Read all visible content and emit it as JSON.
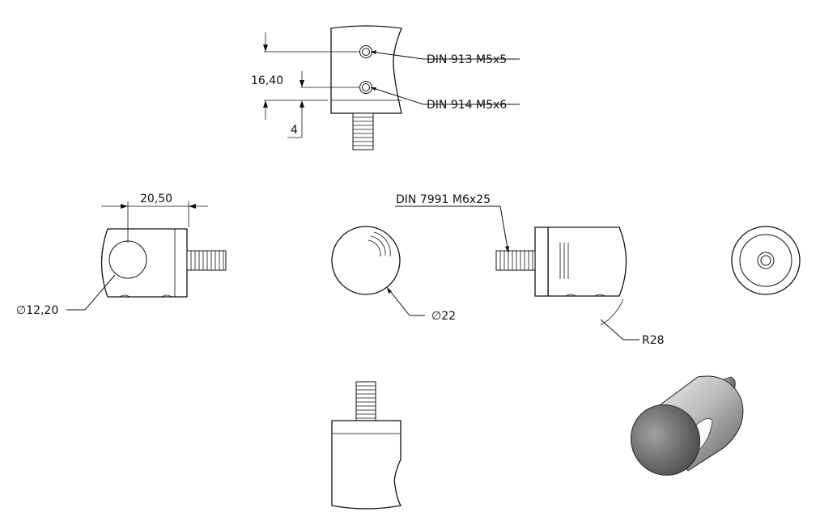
{
  "labels": {
    "set_screw_913": "DIN 913 M5x5",
    "set_screw_914": "DIN 914 M5x6",
    "vertical_dim": "16,40",
    "offset_dim": "4",
    "width_dim": "20,50",
    "threaded_stud": "DIN 7991 M6x25",
    "hole_diameter": "12,20",
    "body_diameter": "22",
    "radius": "R28",
    "diameter_symbol": "∅"
  },
  "colors": {
    "line": "#111111",
    "iso_body_light": "#d9d9d9",
    "iso_body_dark": "#6b6b6b",
    "iso_face": "#8a8a8a"
  }
}
